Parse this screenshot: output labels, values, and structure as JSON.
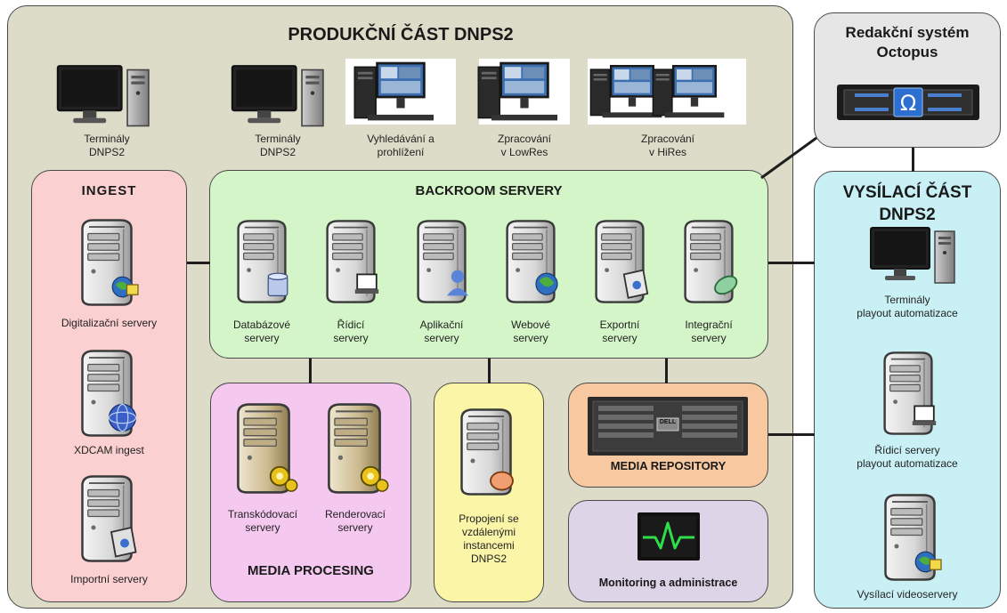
{
  "production": {
    "title": "PRODUKČNÍ ČÁST DNPS2",
    "top_items": [
      {
        "line1": "Terminály",
        "line2": "DNPS2"
      },
      {
        "line1": "Terminály",
        "line2": "DNPS2"
      },
      {
        "line1": "Vyhledávání a",
        "line2": "prohlížení"
      },
      {
        "line1": "Zpracování",
        "line2": "v LowRes"
      },
      {
        "line1": "Zpracování",
        "line2": "v HiRes"
      }
    ]
  },
  "octopus": {
    "line1": "Redakční systém",
    "line2": "Octopus",
    "icon": "omega-server-icon"
  },
  "ingest": {
    "title": "INGEST",
    "items": [
      {
        "label": "Digitalizační servery"
      },
      {
        "label": "XDCAM ingest"
      },
      {
        "label": "Importní servery"
      }
    ]
  },
  "backroom": {
    "title": "BACKROOM SERVERY",
    "items": [
      {
        "line1": "Databázové",
        "line2": "servery"
      },
      {
        "line1": "Řídicí",
        "line2": "servery"
      },
      {
        "line1": "Aplikační",
        "line2": "servery"
      },
      {
        "line1": "Webové",
        "line2": "servery"
      },
      {
        "line1": "Exportní",
        "line2": "servery"
      },
      {
        "line1": "Integrační",
        "line2": "servery"
      }
    ]
  },
  "media_processing": {
    "title": "MEDIA PROCESING",
    "items": [
      {
        "line1": "Transkódovací",
        "line2": "servery"
      },
      {
        "line1": "Renderovací",
        "line2": "servery"
      }
    ]
  },
  "remote": {
    "line1": "Propojení se",
    "line2": "vzdálenými",
    "line3": "instancemi",
    "line4": "DNPS2"
  },
  "repository": {
    "title": "MEDIA REPOSITORY",
    "brand": "DELL"
  },
  "monitoring": {
    "title": "Monitoring a administrace"
  },
  "broadcast": {
    "title1": "VYSÍLACÍ ČÁST",
    "title2": "DNPS2",
    "items": [
      {
        "line1": "Terminály",
        "line2": "playout automatizace"
      },
      {
        "line1": "Řídicí servery",
        "line2": "playout automatizace"
      },
      {
        "line1": "Vysílací videoservery",
        "line2": ""
      }
    ]
  },
  "colors": {
    "production_bg": "#dcdcc8",
    "octopus_bg": "#e6e6e6",
    "ingest_bg": "#fbd0d0",
    "backroom_bg": "#d4f5c8",
    "media_processing_bg": "#f5c8f0",
    "remote_bg": "#fbf5a8",
    "repository_bg": "#f8c8a0",
    "monitoring_bg": "#ddd4e8",
    "broadcast_bg": "#c8f0f5"
  }
}
